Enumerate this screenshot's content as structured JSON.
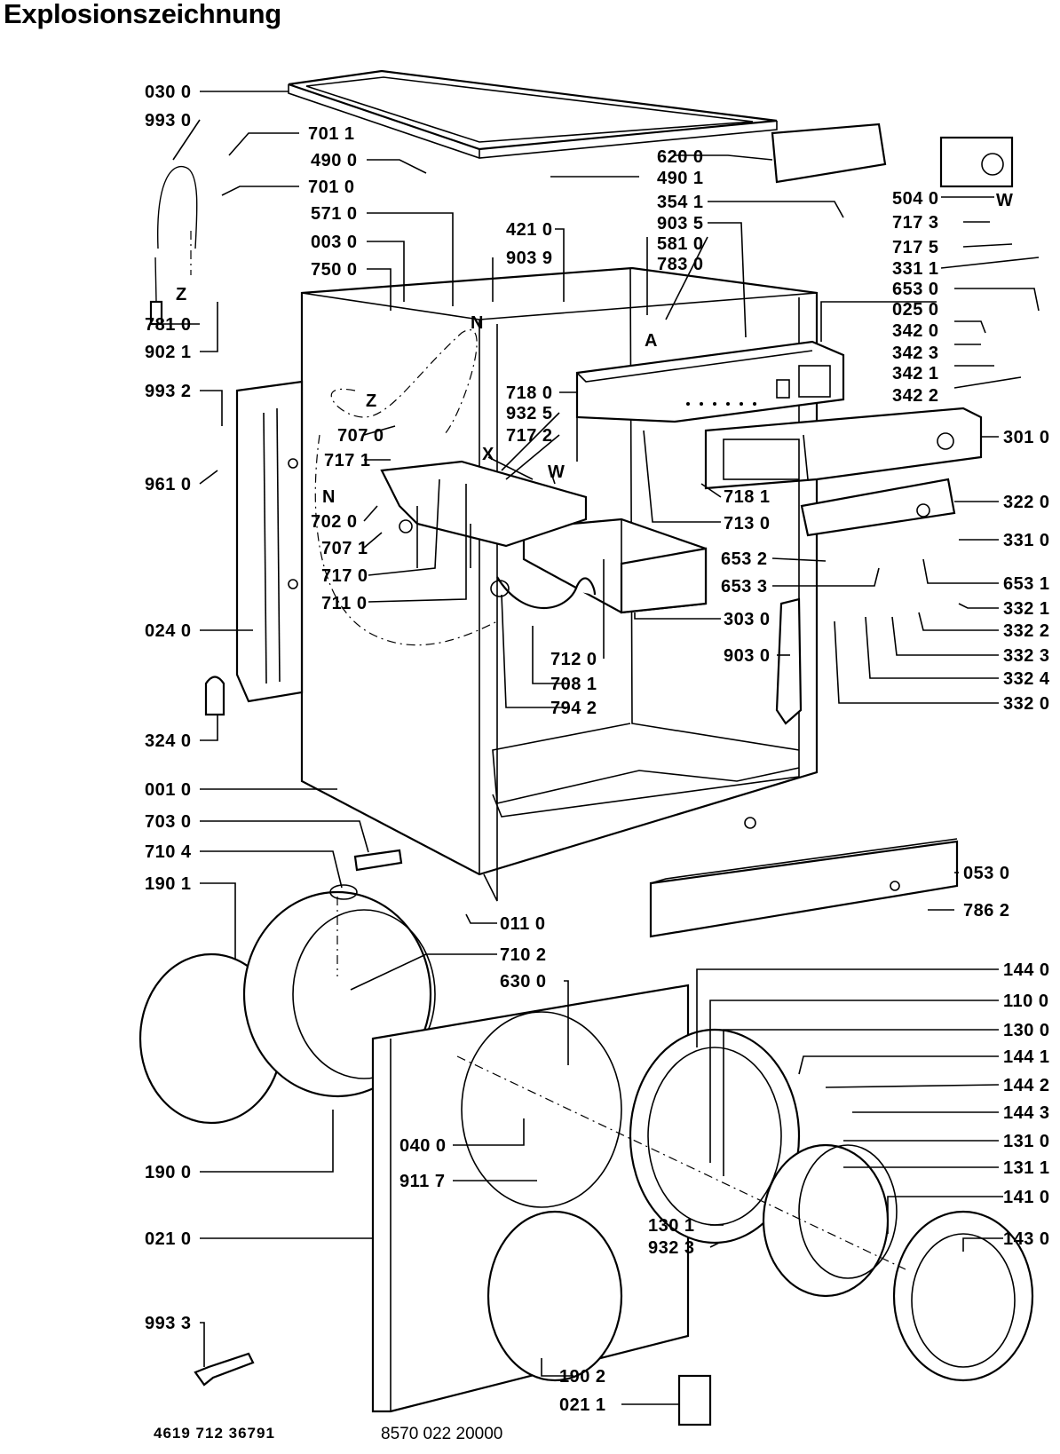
{
  "title": "Explosionszeichnung",
  "footer": {
    "left_code": "4619 712 36791",
    "right_code": "8570 022 20000"
  },
  "markers": {
    "z1": "Z",
    "z2": "Z",
    "n1": "N",
    "n2": "N",
    "a": "A",
    "x": "X",
    "w1": "W",
    "w2": "W"
  },
  "labels": {
    "l0300": "030 0",
    "l9930": "993 0",
    "l7011": "701 1",
    "l4900": "490 0",
    "l7010": "701 0",
    "l5710": "571 0",
    "l0030": "003 0",
    "l7500": "750 0",
    "l7810": "781 0",
    "l9021": "902 1",
    "l9932": "993 2",
    "l7070": "707 0",
    "l7171": "717 1",
    "l7020": "702 0",
    "l7071": "707 1",
    "l7170": "717 0",
    "l7110": "711 0",
    "l9610": "961 0",
    "l0240": "024 0",
    "l3240": "324 0",
    "l0010": "001 0",
    "l7030": "703 0",
    "l7104": "710 4",
    "l1901": "190 1",
    "l1900": "190 0",
    "l0210": "021 0",
    "l9933": "993 3",
    "l6200": "620 0",
    "l4901": "490 1",
    "l3541": "354 1",
    "l9035": "903 5",
    "l5810": "581 0",
    "l7830": "783 0",
    "l4210": "421 0",
    "l9039": "903 9",
    "l7180": "718 0",
    "l9325": "932 5",
    "l7172": "717 2",
    "l5040": "504 0",
    "l7173": "717 3",
    "l7175": "717 5",
    "l3311": "331 1",
    "l6530": "653 0",
    "l0250": "025 0",
    "l3420": "342 0",
    "l3423": "342 3",
    "l3421": "342 1",
    "l3422": "342 2",
    "l3010": "301 0",
    "l7181": "718 1",
    "l7130": "713 0",
    "l3220": "322 0",
    "l3310": "331 0",
    "l6532": "653 2",
    "l6531": "653 1",
    "l6533": "653 3",
    "l3321": "332 1",
    "l3322": "332 2",
    "l3323": "332 3",
    "l3324": "332 4",
    "l3320": "332 0",
    "l3030": "303 0",
    "l7120": "712 0",
    "l7081": "708 1",
    "l7942": "794 2",
    "l9030": "903 0",
    "l0530": "053 0",
    "l7862": "786 2",
    "l0110": "011 0",
    "l7102": "710 2",
    "l6300": "630 0",
    "l0400": "040 0",
    "l9117": "911 7",
    "l1440": "144 0",
    "l1100": "110 0",
    "l1300": "130 0",
    "l1441": "144 1",
    "l1442": "144 2",
    "l1443": "144 3",
    "l1310": "131 0",
    "l1311": "131 1",
    "l1410": "141 0",
    "l1430": "143 0",
    "l1301": "130 1",
    "l9323": "932 3",
    "l1902": "190 2",
    "l0211": "021 1"
  }
}
